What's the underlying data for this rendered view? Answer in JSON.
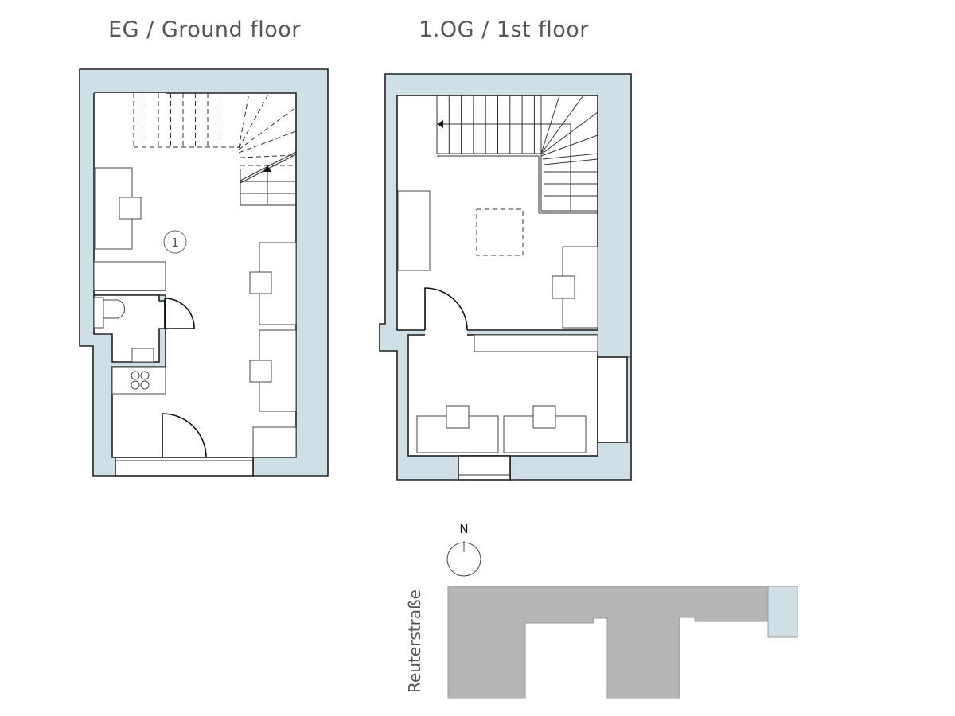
{
  "titles": {
    "ground_floor": "EG / Ground floor",
    "first_floor": "1.OG / 1st floor"
  },
  "ground_floor": {
    "room_number": "1"
  },
  "site_plan": {
    "north_label": "N",
    "street_label": "Reuterstraße",
    "colors": {
      "building": "#b5b5b5",
      "unit_highlight": "#cfdfe6"
    }
  },
  "colors": {
    "wall": "#cfdfe6",
    "line": "#222222"
  }
}
